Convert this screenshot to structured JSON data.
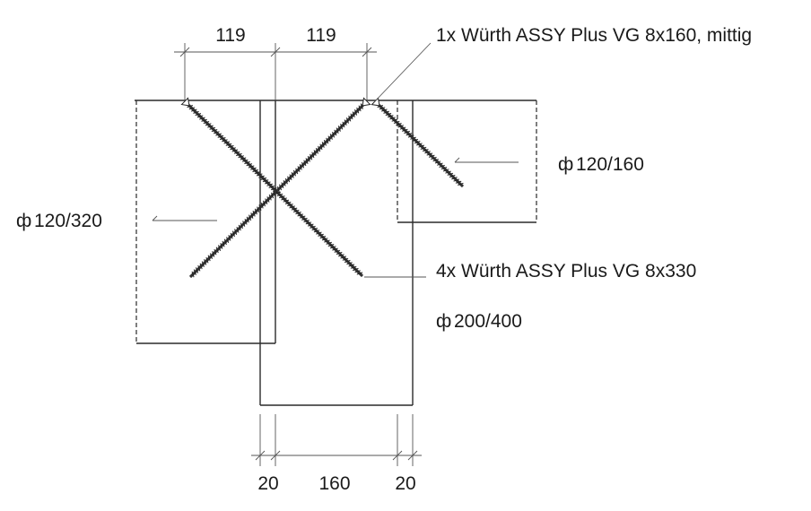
{
  "dimensions": {
    "top_left": "119",
    "top_right": "119",
    "bottom_left": "20",
    "bottom_mid": "160",
    "bottom_right": "20"
  },
  "labels": {
    "screw_top": "1x Würth ASSY Plus VG 8x160, mittig",
    "screw_cross": "4x Würth ASSY Plus VG 8x330",
    "beam_left": "120/320",
    "beam_right": "120/160",
    "beam_main": "200/400"
  },
  "section_symbol": "ф"
}
